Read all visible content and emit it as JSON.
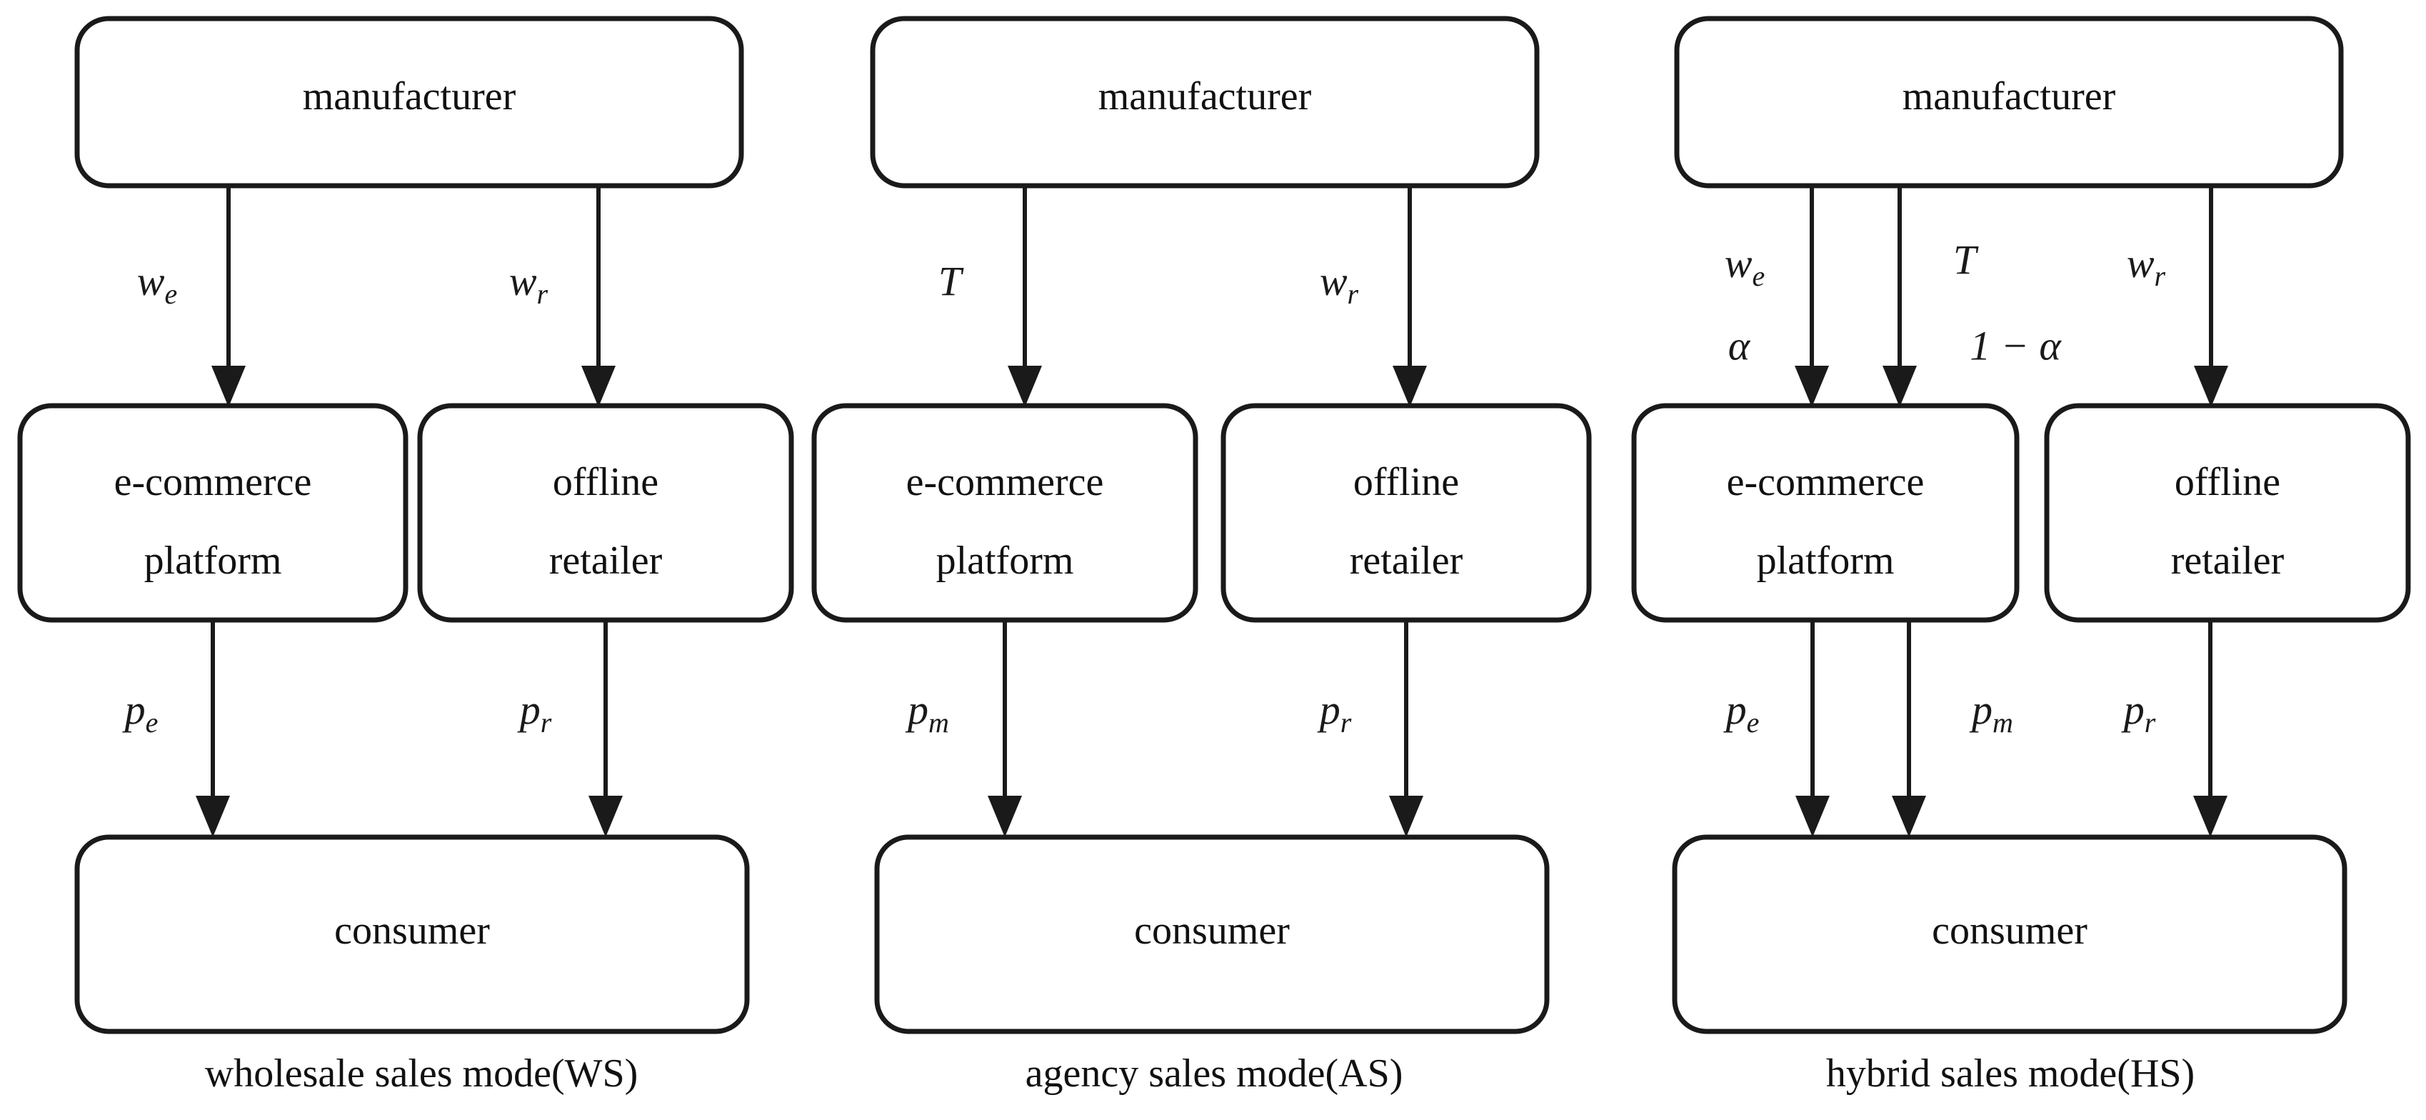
{
  "figure": {
    "type": "flow-diagram",
    "description": "Three supply-chain channel structure diagrams",
    "panel_count": 3
  },
  "nodes": {
    "manufacturer": "manufacturer",
    "ecommerce_line1": "e-commerce",
    "ecommerce_line2": "platform",
    "offline_line1": "offline",
    "offline_line2": "retailer",
    "consumer": "consumer"
  },
  "panels": [
    {
      "id": "ws",
      "caption": "wholesale sales mode(WS)",
      "nodes": [
        "manufacturer",
        "e-commerce platform",
        "offline retailer",
        "consumer"
      ],
      "edges": [
        {
          "from": "manufacturer",
          "to": "e-commerce platform",
          "label": "w",
          "sub": "e"
        },
        {
          "from": "manufacturer",
          "to": "offline retailer",
          "label": "w",
          "sub": "r"
        },
        {
          "from": "e-commerce platform",
          "to": "consumer",
          "label": "p",
          "sub": "e"
        },
        {
          "from": "offline retailer",
          "to": "consumer",
          "label": "p",
          "sub": "r"
        }
      ]
    },
    {
      "id": "as",
      "caption": "agency sales mode(AS)",
      "nodes": [
        "manufacturer",
        "e-commerce platform",
        "offline retailer",
        "consumer"
      ],
      "edges": [
        {
          "from": "manufacturer",
          "to": "e-commerce platform",
          "label": "T",
          "sub": ""
        },
        {
          "from": "manufacturer",
          "to": "offline retailer",
          "label": "w",
          "sub": "r"
        },
        {
          "from": "e-commerce platform",
          "to": "consumer",
          "label": "p",
          "sub": "m"
        },
        {
          "from": "offline retailer",
          "to": "consumer",
          "label": "p",
          "sub": "r"
        }
      ]
    },
    {
      "id": "hs",
      "caption": "hybrid sales mode(HS)",
      "nodes": [
        "manufacturer",
        "e-commerce platform",
        "offline retailer",
        "consumer"
      ],
      "edges": [
        {
          "from": "manufacturer",
          "to": "e-commerce platform",
          "label": "w",
          "sub": "e",
          "secondary": "α"
        },
        {
          "from": "manufacturer",
          "to": "e-commerce platform",
          "label": "T",
          "sub": "",
          "secondary": "1 − α"
        },
        {
          "from": "manufacturer",
          "to": "offline retailer",
          "label": "w",
          "sub": "r"
        },
        {
          "from": "e-commerce platform",
          "to": "consumer",
          "label": "p",
          "sub": "e"
        },
        {
          "from": "e-commerce platform",
          "to": "consumer",
          "label": "p",
          "sub": "m"
        },
        {
          "from": "offline retailer",
          "to": "consumer",
          "label": "p",
          "sub": "r"
        }
      ]
    }
  ],
  "labels": {
    "ws_we_main": "w",
    "ws_we_sub": "e",
    "ws_wr_main": "w",
    "ws_wr_sub": "r",
    "ws_pe_main": "p",
    "ws_pe_sub": "e",
    "ws_pr_main": "p",
    "ws_pr_sub": "r",
    "as_T": "T",
    "as_wr_main": "w",
    "as_wr_sub": "r",
    "as_pm_main": "p",
    "as_pm_sub": "m",
    "as_pr_main": "p",
    "as_pr_sub": "r",
    "hs_we_main": "w",
    "hs_we_sub": "e",
    "hs_alpha": "α",
    "hs_T": "T",
    "hs_one_minus_alpha": "1 − α",
    "hs_wr_main": "w",
    "hs_wr_sub": "r",
    "hs_pe_main": "p",
    "hs_pe_sub": "e",
    "hs_pm_main": "p",
    "hs_pm_sub": "m",
    "hs_pr_main": "p",
    "hs_pr_sub": "r"
  },
  "captions": {
    "ws": "wholesale sales mode(WS)",
    "as": "agency sales mode(AS)",
    "hs": "hybrid sales mode(HS)"
  },
  "colors": {
    "stroke": "#1a1a1a",
    "fill": "#ffffff",
    "text": "#111111"
  }
}
